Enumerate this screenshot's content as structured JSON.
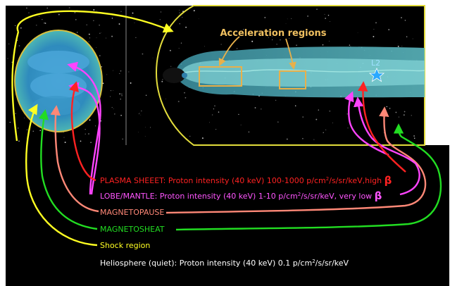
{
  "figure": {
    "title": "Acceleration regions",
    "l2_label": "L2",
    "colors": {
      "plasma_sheet": "#ff2222",
      "lobe_mantle": "#ff44ff",
      "magnetopause": "#ff8877",
      "magnetosheath": "#22dd22",
      "shock": "#ffff22",
      "heliosphere": "#ffffff",
      "acceleration_box": "#e8b04a"
    }
  },
  "legend": {
    "plasma_sheet": {
      "prefix": "PLASMA SHEEET: Proton intensity (40 keV) 100-1000 p/cm",
      "sup": "2",
      "suffix": "/s/sr/keV,high ",
      "beta": "β"
    },
    "lobe_mantle": {
      "prefix": "LOBE/MANTLE: Proton intensity (40 keV) 1-10 p/cm",
      "sup": "2",
      "suffix": "/s/sr/keV, very low ",
      "beta": "β"
    },
    "magnetopause": {
      "text": "MAGNETOPAUSE"
    },
    "magnetosheath": {
      "text": "MAGNETOSHEAT"
    },
    "shock": {
      "text": "Shock region"
    },
    "heliosphere": {
      "prefix": "Heliosphere (quiet): Proton intensity (40 keV) 0.1 p/cm",
      "sup": "2",
      "suffix": "/s/sr/keV"
    }
  }
}
